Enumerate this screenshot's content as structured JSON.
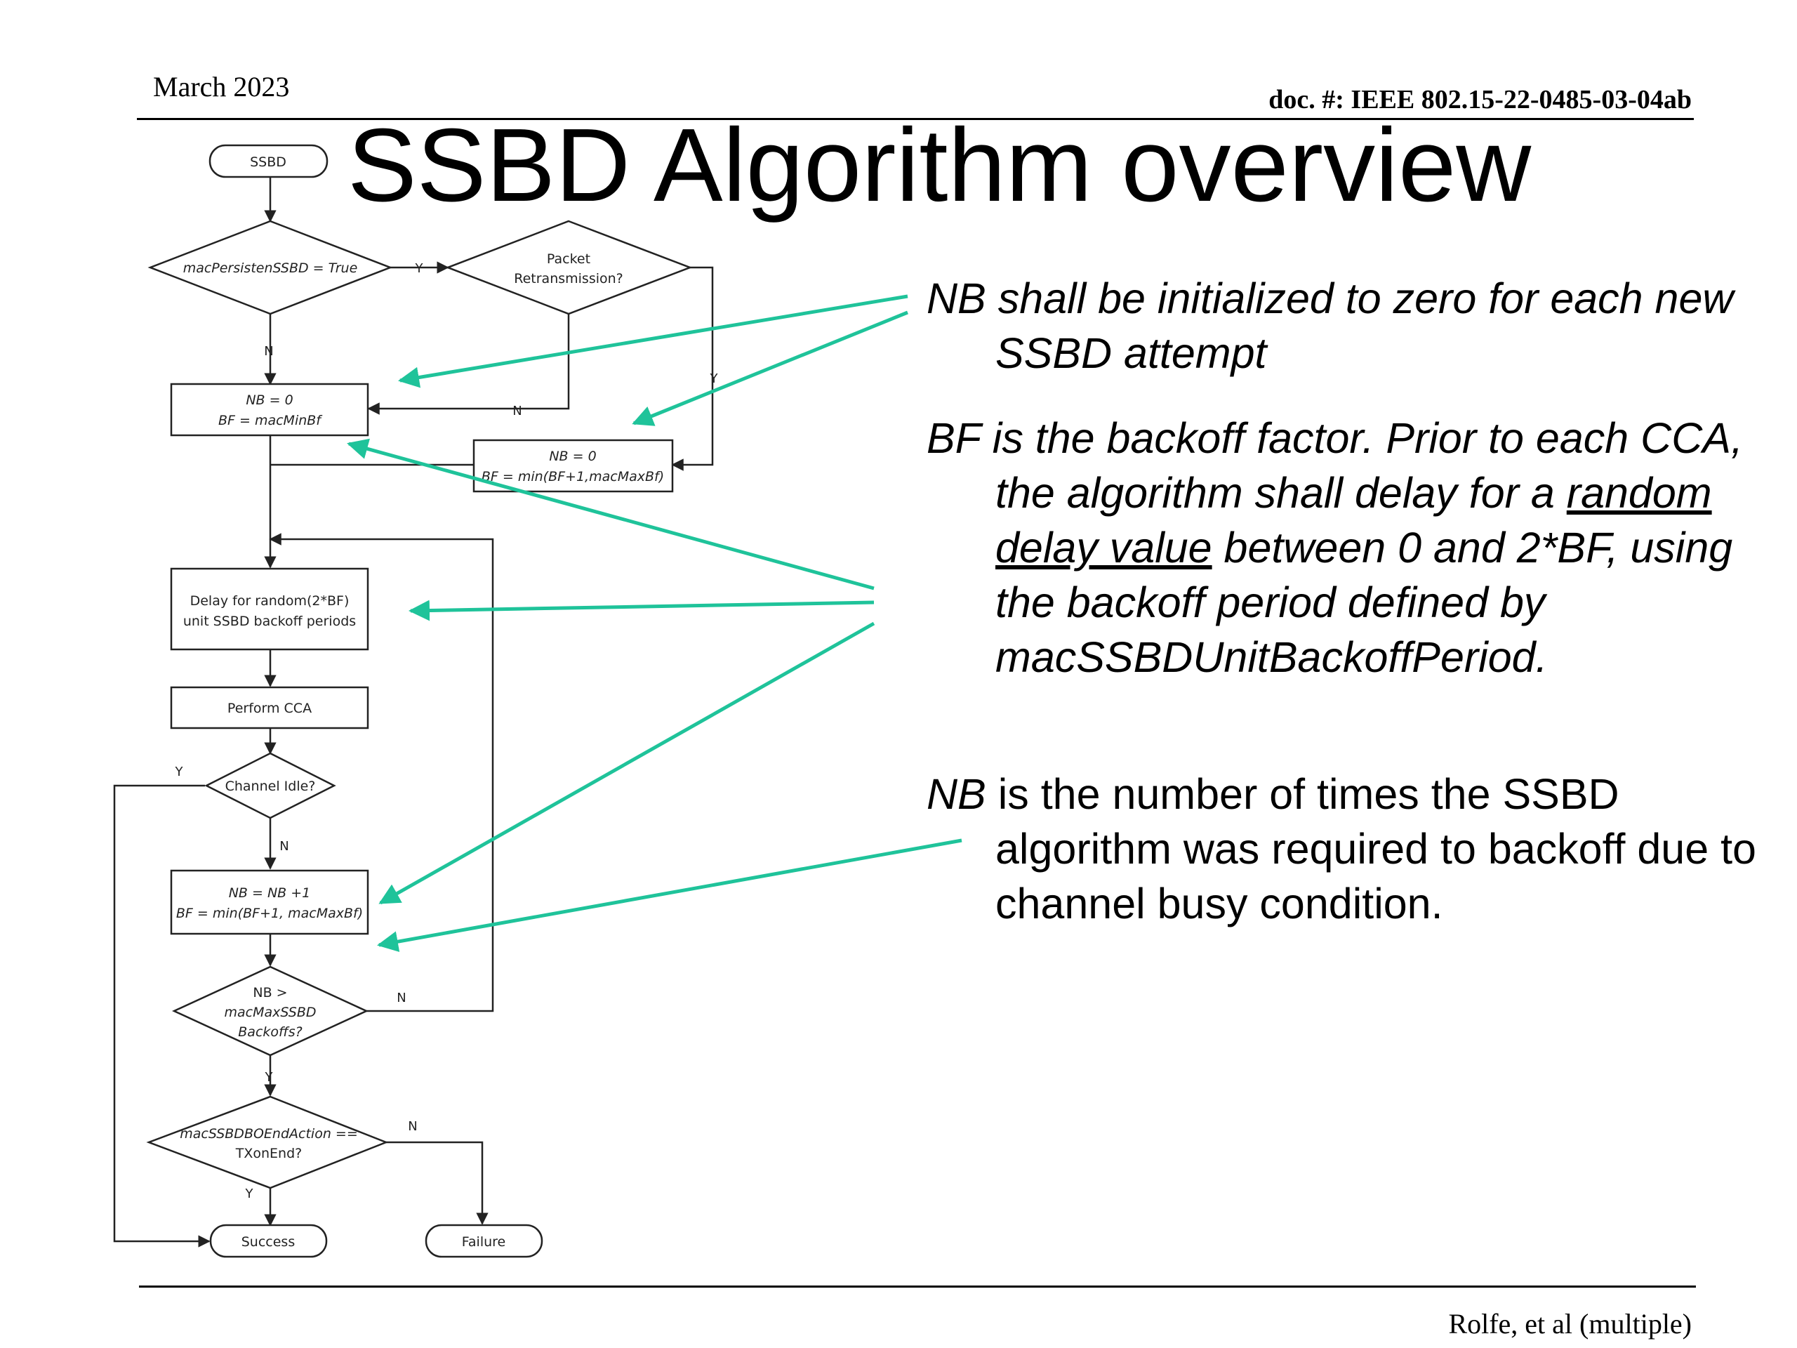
{
  "header": {
    "date": "March 2023",
    "doc_id": "doc. #: IEEE 802.15-22-0485-03-04ab"
  },
  "title": "SSBD Algorithm overview",
  "footer": {
    "authors": "Rolfe, et al (multiple)"
  },
  "flowchart": {
    "start": "SSBD",
    "persistent_check": "macPersistenSSBD = True",
    "retransmission_check": [
      "Packet",
      "Retransmission?"
    ],
    "init_nb": "NB = 0",
    "init_bf": "BF = macMinBf",
    "retx_nb": "NB = 0",
    "retx_bf": "BF = min(BF+1,macMaxBf)",
    "delay": [
      "Delay for random(2*BF)",
      "unit SSBD backoff periods"
    ],
    "cca": "Perform CCA",
    "channel_idle": "Channel Idle?",
    "inc_nb": "NB = NB +1",
    "inc_bf": "BF = min(BF+1, macMaxBf)",
    "max_backoffs": [
      "NB >",
      "macMaxSSBD",
      "Backoffs?"
    ],
    "end_action": [
      "macSSBDBOEndAction ==",
      "TXonEnd?"
    ],
    "success": "Success",
    "failure": "Failure",
    "labels": {
      "yes": "Y",
      "no": "N"
    }
  },
  "notes": {
    "n1_term": "NB",
    "n1_text": " shall be initialized to zero for each new SSBD attempt",
    "n2_term": "BF",
    "n2_text_a": " is the backoff factor. Prior to each CCA, the algorithm shall delay for a ",
    "n2_link": "random delay value",
    "n2_text_b": " between 0 and 2*BF, using the backoff period defined by macSSBDUnitBackoffPeriod.",
    "n3_term": "NB",
    "n3_text": " is the number of times the SSBD algorithm was required to backoff due to channel busy condition."
  },
  "colors": {
    "arrow_accent": "#1fc39a",
    "flow_line": "#222222"
  }
}
